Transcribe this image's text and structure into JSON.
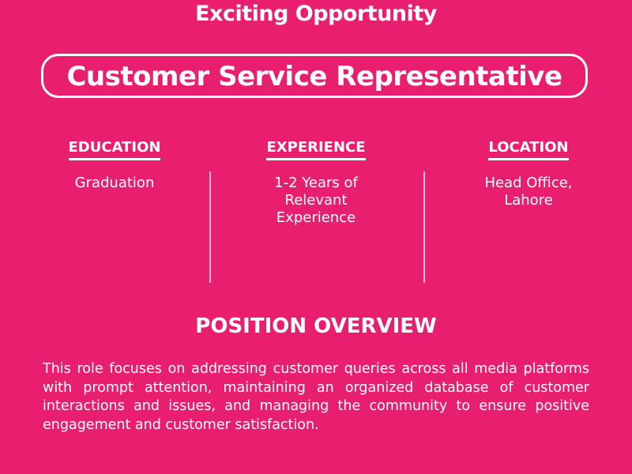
{
  "header": {
    "tagline": "Exciting Opportunity",
    "job_title": "Customer Service Representative"
  },
  "details": [
    {
      "heading": "EDUCATION",
      "value": "Graduation"
    },
    {
      "heading": "EXPERIENCE",
      "value": "1-2 Years of Relevant Experience"
    },
    {
      "heading": "LOCATION",
      "value": "Head Office, Lahore"
    }
  ],
  "overview": {
    "heading": "POSITION OVERVIEW",
    "text": "This role focuses on addressing customer queries across all media platforms with prompt attention, maintaining an organized database of customer interactions and issues, and managing the community to ensure positive engagement and customer satisfaction."
  },
  "colors": {
    "background": "#e81e6e",
    "text": "#ffffff"
  }
}
